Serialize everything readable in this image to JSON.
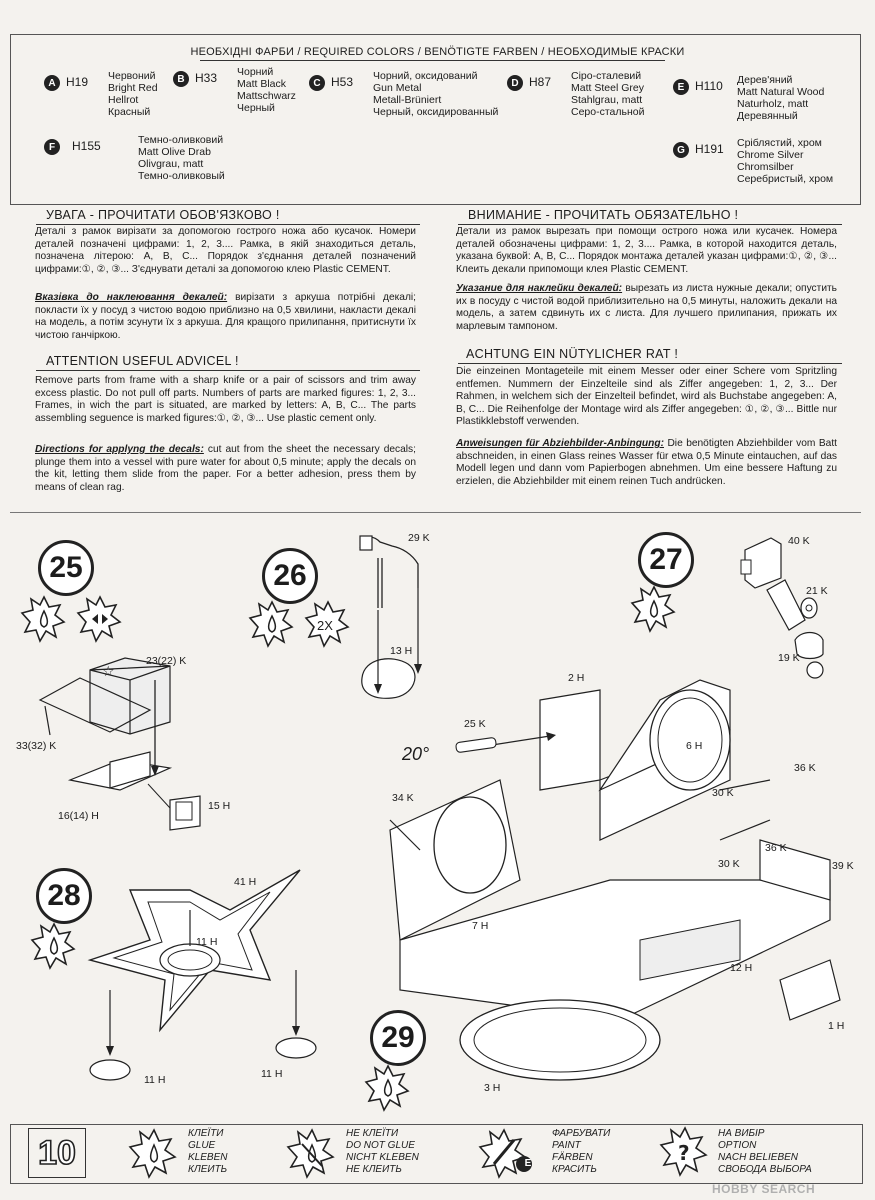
{
  "required_colors": {
    "title": "НЕОБХІДНІ ФАРБИ / REQUIRED COLORS / BENÖTIGTE FARBEN / НЕОБХОДИМЫЕ КРАСКИ",
    "items": [
      {
        "letter": "A",
        "code": "H19",
        "names": [
          "Червоний",
          "Bright Red",
          "Hellrot",
          "Красный"
        ]
      },
      {
        "letter": "B",
        "code": "H33",
        "names": [
          "Чорний",
          "Matt Black",
          "Mattschwarz",
          "Черный"
        ]
      },
      {
        "letter": "C",
        "code": "H53",
        "names": [
          "Чорний, оксидований",
          "Gun Metal",
          "Metall-Brüniert",
          "Черный, оксидированный"
        ]
      },
      {
        "letter": "D",
        "code": "H87",
        "names": [
          "Сіро-сталевий",
          "Matt Steel Grey",
          "Stahlgrau, matt",
          "Серо-стальной"
        ]
      },
      {
        "letter": "E",
        "code": "H110",
        "names": [
          "Дерев'яний",
          "Matt Natural Wood",
          "Naturholz, matt",
          "Деревянный"
        ]
      },
      {
        "letter": "F",
        "code": "H155",
        "names": [
          "Темно-оливковий",
          "Matt Olive Drab",
          "Olivgrau, matt",
          "Темно-оливковый"
        ]
      },
      {
        "letter": "G",
        "code": "H191",
        "names": [
          "Сріблястий, хром",
          "Chrome Silver",
          "Chromsilber",
          "Серебристый, хром"
        ]
      }
    ]
  },
  "sections": {
    "ua": {
      "heading": "УВАГА - ПРОЧИТАТИ ОБОВ'ЯЗКОВО !",
      "body": "Деталі з рамок вирізати за допомогою гострого ножа або кусачок. Номери деталей позначені цифрами: 1, 2, 3.... Рамка, в якій знаходиться деталь, позначена літерою: A, B, C... Порядок з'єднання деталей позначений цифрами:①, ②, ③... З'єднувати деталі за допомогою клею Plastic CEMENT.",
      "decal_heading": "Вказівка до наклеювання декалей:",
      "decal_body": "вирізати з аркуша потрібні декалі; покласти їх у посуд з чистою водою приблизно на 0,5 хвилини, накласти декалі на модель, а потім зсунути їх з аркуша. Для кращого прилипання, притиснути їх чистою ганчіркою."
    },
    "ru": {
      "heading": "ВНИМАНИЕ - ПРОЧИТАТЬ ОБЯЗАТЕЛЬНО !",
      "body": "Детали из рамок вырезать при помощи острого ножа или кусачек. Номера деталей обозначены цифрами: 1, 2, 3.... Рамка, в которой находится деталь, указана буквой: A, B, C... Порядок монтажа деталей указан цифрами:①, ②, ③... Клеить декали припомощи клея Plastic CEMENT.",
      "decal_heading": "Указание для наклейки декалей:",
      "decal_body": "вырезать из листа нужные декали; опустить их в посуду с чистой водой приблизительно на 0,5 минуты, наложить декали на модель, а затем сдвинуть их с листа. Для лучшего прилипания, прижать их марлевым тампоном."
    },
    "en": {
      "heading": "ATTENTION USEFUL ADVICEL !",
      "body": "Remove parts from frame with a sharp knife or a pair of scissors and trim away excess plastic. Do not pull off parts. Numbers of parts are marked figures: 1, 2, 3... Frames, in wich the part is situated, are marked by letters: A, B, C... The parts assembling seguence is marked figures:①, ②, ③... Use plastic cement only.",
      "decal_heading": "Directions for applyng the decals:",
      "decal_body": "cut aut from the sheet the necessary decals; plunge them into a vessel with pure water for about 0,5 minute; apply the decals on the kit, letting them slide from the paper. For a better adhesion, press them by means of clean rag."
    },
    "de": {
      "heading": "ACHTUNG EIN NÜTYLICHER RAT !",
      "body": "Die einzeinen Montageteile mit einem Messer oder einer Schere vom Spritzling entfemen. Nummern der Einzelteile sind als Ziffer angegeben: 1, 2, 3... Der Rahmen, in welchem sich der Einzelteil befindet, wird als Buchstabe angegeben: A, B, C... Die Reihenfolge der Montage wird als Ziffer angegeben: ①, ②, ③... Bittle nur Plastikklebstoff verwenden.",
      "decal_heading": "Anweisungen für Abziehbilder-Anbingung:",
      "decal_body": "Die benötigten Abziehbilder vom Batt abschneiden, in einen Glass reines Wasser für etwa 0,5 Minute eintauchen, auf das Modell legen und dann vom Papierbogen abnehmen. Um eine bessere Haftung zu erzielen, die Abziehbilder mit einem reinen Tuch andrücken."
    }
  },
  "steps": {
    "s25": {
      "num": "25",
      "parts": [
        "23(22) K",
        "33(32) K",
        "16(14) H",
        "15 H"
      ]
    },
    "s26": {
      "num": "26",
      "badge": "2X",
      "parts": [
        "29 K",
        "13 H"
      ]
    },
    "s27": {
      "num": "27",
      "parts": [
        "40 K",
        "21 K",
        "19 K"
      ]
    },
    "s28": {
      "num": "28",
      "parts": [
        "41 H",
        "11 H",
        "11 H",
        "11 H"
      ]
    },
    "s29": {
      "num": "29",
      "parts": [
        "2 H",
        "25 K",
        "6 H",
        "34 K",
        "36 K",
        "30 K",
        "30 K",
        "36 K",
        "39 K",
        "7 H",
        "12 H",
        "1 H",
        "3 H"
      ],
      "angle": "20°"
    }
  },
  "legend": [
    {
      "icon": "glue-icon",
      "lines": [
        "КЛЕЇТИ",
        "GLUE",
        "KLEBEN",
        "КЛЕИТЬ"
      ]
    },
    {
      "icon": "no-glue-icon",
      "lines": [
        "НЕ КЛЕЇТИ",
        "DO NOT GLUE",
        "NICHT KLEBEN",
        "НЕ КЛЕИТЬ"
      ]
    },
    {
      "icon": "paint-icon",
      "letter": "E",
      "lines": [
        "ФАРБУВАТИ",
        "PAINT",
        "FÄRBEN",
        "КРАСИТЬ"
      ]
    },
    {
      "icon": "option-icon",
      "lines": [
        "НА ВИБІР",
        "OPTION",
        "NACH BELIEBEN",
        "СВОБОДА ВЫБОРА"
      ]
    }
  ],
  "page_number": "10",
  "watermark": "HOBBY SEARCH"
}
